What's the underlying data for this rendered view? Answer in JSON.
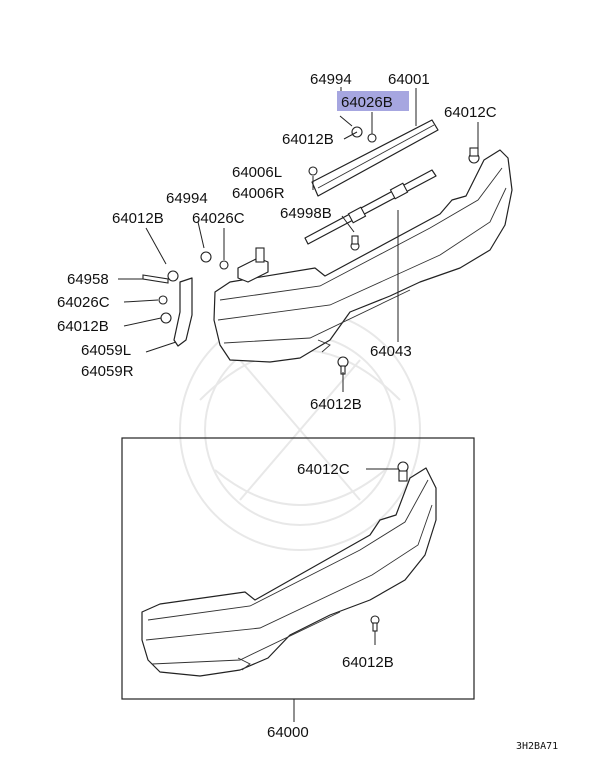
{
  "labels": {
    "p64994_top": "64994",
    "p64001": "64001",
    "p64026B": "64026B",
    "p64012C_top": "64012C",
    "p64012B_a": "64012B",
    "p64006L": "64006L",
    "p64006R": "64006R",
    "p64994_left": "64994",
    "p64012B_left": "64012B",
    "p64026C_mid": "64026C",
    "p64998B": "64998B",
    "p64958": "64958",
    "p64026C_left": "64026C",
    "p64012B_left2": "64012B",
    "p64059L": "64059L",
    "p64059R": "64059R",
    "p64043": "64043",
    "p64012B_bottom": "64012B",
    "p64012C_box": "64012C",
    "p64012B_box": "64012B",
    "p64000": "64000",
    "diagram_code": "3H2BA71"
  },
  "highlight_color": "#a6a6e0",
  "highlighted_part": "64026B"
}
